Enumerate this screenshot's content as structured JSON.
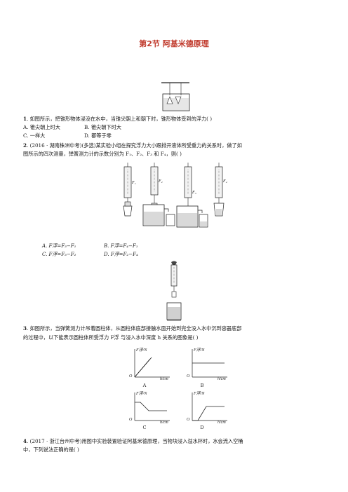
{
  "title": "第2节   阿基米德原理",
  "q1": {
    "num": "1",
    "stem": ". 如图所示，把锥形物体浸没在水中，当锥尖朝上和朝下时，锥形物体受到的浮力(      )",
    "options": [
      "A. 锥尖朝上时大",
      "B. 锥尖朝下时大",
      "C. 一样大",
      "D. 都等于零"
    ]
  },
  "q2": {
    "num": "2",
    "source": ". (2016 · 湖南株洲中考)",
    "stem1": "(多选)某实验小组在探究浮力大小跟排开液体所受重力的关系时，做了如",
    "stem2": "图所示的四次测量，弹簧测力计的示数分别为 F₁、F₂、F₃ 和 F₄，则(      )",
    "labels": [
      "F₁",
      "F₂",
      "F₃",
      "F₄"
    ],
    "options": [
      "A. F浮=F₃−F₁",
      "B. F浮=F₄−F₁",
      "C. F浮=F₃−F₂",
      "D. F浮=F₂−F₄"
    ]
  },
  "q3": {
    "num": "3",
    "stem1": ". 如图所示，当弹簧测力计吊着圆柱体，从圆柱体底部接触水面开始到完全没入水中沉到容器底部",
    "stem2": "的过程中，以下能表示圆柱体所受浮力 F浮 与浸入水中深度 h 关系的图象是(      )",
    "ylabel": "F浮/N",
    "xlabel": "h/cm",
    "origin": "O",
    "captions": [
      "A",
      "B",
      "C",
      "D"
    ]
  },
  "q4": {
    "num": "4",
    "source": ". (2017 · 浙江台州中考)",
    "stem1": "用图中实验装置验证阿基米德原理，当物块浸入溢水杯时，水会流入空桶",
    "stem2": "中，下列说法正确的是(      )"
  }
}
